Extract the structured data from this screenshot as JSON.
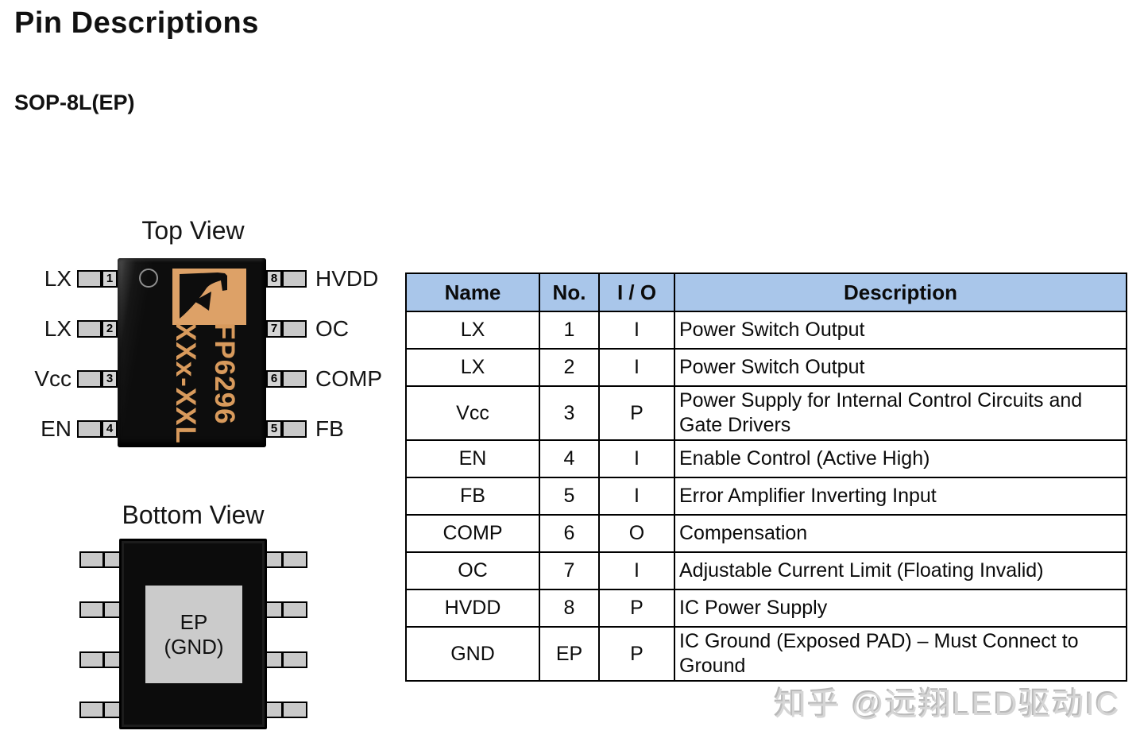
{
  "page": {
    "title": "Pin Descriptions",
    "package": "SOP-8L(EP)",
    "watermark": "知乎 @远翔LED驱动IC"
  },
  "top_view": {
    "label": "Top View",
    "chip_marking": {
      "line1": "FP6296",
      "line2": "XXx-XXL",
      "logo": "feeling-tech-logo"
    },
    "left_pins": [
      {
        "name": "LX",
        "number": "1"
      },
      {
        "name": "LX",
        "number": "2"
      },
      {
        "name": "Vcc",
        "number": "3"
      },
      {
        "name": "EN",
        "number": "4"
      }
    ],
    "right_pins": [
      {
        "name": "HVDD",
        "number": "8"
      },
      {
        "name": "OC",
        "number": "7"
      },
      {
        "name": "COMP",
        "number": "6"
      },
      {
        "name": "FB",
        "number": "5"
      }
    ]
  },
  "bottom_view": {
    "label": "Bottom View",
    "pad_line1": "EP",
    "pad_line2": "(GND)",
    "pins_per_side": 4
  },
  "table": {
    "headers": [
      "Name",
      "No.",
      "I / O",
      "Description"
    ],
    "rows": [
      {
        "name": "LX",
        "no": "1",
        "io": "I",
        "desc": "Power Switch Output"
      },
      {
        "name": "LX",
        "no": "2",
        "io": "I",
        "desc": "Power Switch Output"
      },
      {
        "name": "Vcc",
        "no": "3",
        "io": "P",
        "desc": "Power Supply for Internal Control Circuits and Gate Drivers"
      },
      {
        "name": "EN",
        "no": "4",
        "io": "I",
        "desc": "Enable Control (Active High)"
      },
      {
        "name": "FB",
        "no": "5",
        "io": "I",
        "desc": "Error Amplifier Inverting Input"
      },
      {
        "name": "COMP",
        "no": "6",
        "io": "O",
        "desc": "Compensation"
      },
      {
        "name": "OC",
        "no": "7",
        "io": "I",
        "desc": "Adjustable Current Limit (Floating Invalid)"
      },
      {
        "name": "HVDD",
        "no": "8",
        "io": "P",
        "desc": "IC Power Supply"
      },
      {
        "name": "GND",
        "no": "EP",
        "io": "P",
        "desc": "IC Ground (Exposed PAD) – Must Connect to Ground"
      }
    ]
  },
  "colors": {
    "header_bg": "#A9C6EA",
    "chip_body": "#0D0D0D",
    "chip_orange": "#D89A5C",
    "pin_gray": "#C9C9C9",
    "pad_gray": "#CBCBCB"
  }
}
